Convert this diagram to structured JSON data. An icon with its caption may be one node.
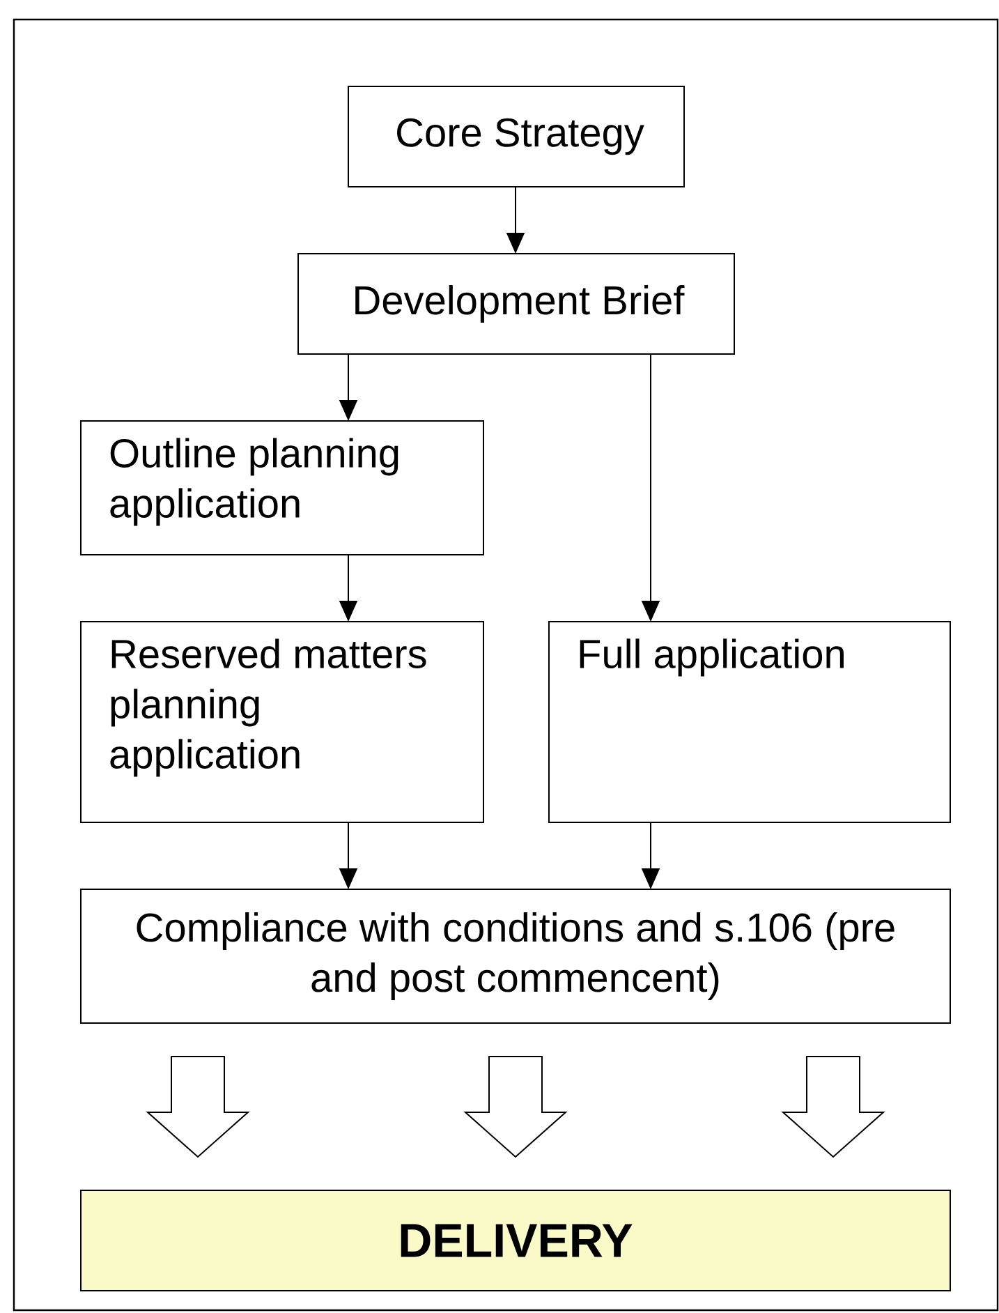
{
  "diagram": {
    "nodes": [
      {
        "text": [
          "Core Strategy"
        ]
      },
      {
        "text": [
          "Development Brief"
        ]
      },
      {
        "text": [
          "Outline planning application"
        ]
      },
      {
        "text": [
          "Reserved matters planning application"
        ]
      },
      {
        "text": [
          "Full application"
        ]
      },
      {
        "text": [
          "Compliance with conditions and s.106 (pre and post commencent)"
        ]
      },
      {
        "text": [
          "DELIVERY"
        ]
      }
    ],
    "edges": [
      {
        "from": 0,
        "to": 1,
        "arrow": "to"
      },
      {
        "from": 1,
        "to": 2,
        "arrow": "to"
      },
      {
        "from": 1,
        "to": 4,
        "arrow": "to"
      },
      {
        "from": 2,
        "to": 3,
        "arrow": "to"
      },
      {
        "from": 3,
        "to": 5,
        "arrow": "to"
      },
      {
        "from": 4,
        "to": 5,
        "arrow": "to"
      },
      {
        "from": 5,
        "to": 6,
        "arrow": "to"
      },
      {
        "from": 5,
        "to": 6,
        "arrow": "to"
      },
      {
        "from": 5,
        "to": 6,
        "arrow": "to"
      }
    ]
  }
}
